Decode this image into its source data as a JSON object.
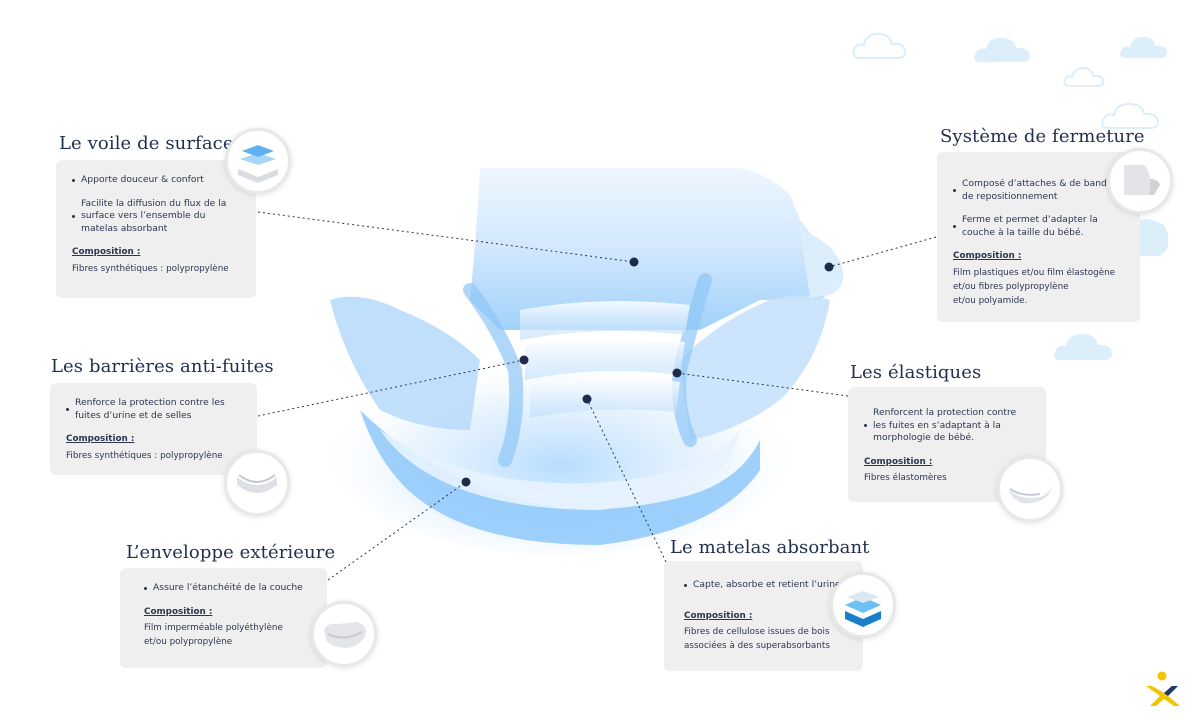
{
  "sections": {
    "surface": {
      "title": "Le voile de surface",
      "bullets": [
        "Apporte douceur & confort",
        "Facilite la diffusion du flux de la surface vers l’ensemble du matelas absorbant"
      ],
      "composition_label": "Composition :",
      "composition": "Fibres synthétiques : polypropylène"
    },
    "fermeture": {
      "title": "Système de fermeture",
      "bullets": [
        "Composé d’attaches & de bandes de repositionnement",
        "Ferme et permet d’adapter la couche à la taille du bébé."
      ],
      "composition_label": "Composition :",
      "composition_lines": [
        "Film plastiques et/ou film élastogène",
        "et/ou fibres polypropylène",
        "et/ou polyamide."
      ]
    },
    "barrieres": {
      "title": "Les barrières anti-fuites",
      "bullets": [
        "Renforce la protection contre les fuites d’urine et de selles"
      ],
      "composition_label": "Composition :",
      "composition": "Fibres synthétiques : polypropylène"
    },
    "elastiques": {
      "title": "Les élastiques",
      "bullets": [
        "Renforcent la protection contre les fuites en s’adaptant à la morphologie de bébé."
      ],
      "composition_label": "Composition :",
      "composition": "Fibres élastomères"
    },
    "enveloppe": {
      "title": "L’enveloppe extérieure",
      "bullets": [
        "Assure l’étanchéité de la couche"
      ],
      "composition_label": "Composition :",
      "composition_lines": [
        "Film imperméable polyéthylène",
        "et/ou polypropylène"
      ]
    },
    "matelas": {
      "title": "Le matelas absorbant",
      "bullets": [
        "Capte, absorbe et retient l’urine"
      ],
      "composition_label": "Composition :",
      "composition_lines": [
        "Fibres de cellulose issues de bois",
        "associées à des superabsorbants"
      ]
    }
  },
  "colors": {
    "title": "#22304f",
    "card_bg": "#efefef",
    "marker": "#1f2b4a",
    "diaper_light": "#eaf4ff",
    "diaper_mid": "#a9d4fb",
    "diaper_glow": "#7cc0ff",
    "cloud": "#dceefa",
    "logo_yellow": "#f2c500",
    "logo_blue": "#1f3a68"
  },
  "icons": {
    "cloud": "cloud-icon",
    "logo": "brand-logo-icon",
    "diaper": "diaper-illustration"
  }
}
